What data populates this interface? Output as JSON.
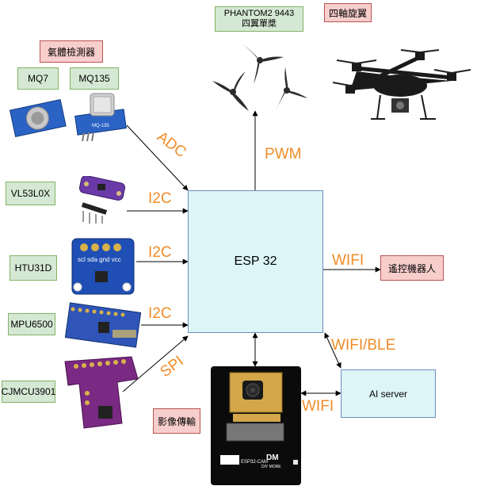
{
  "sensors": {
    "gas_detector": "氣體檢測器",
    "mq7": "MQ7",
    "mq135": "MQ135",
    "vl53l0x": "VL53L0X",
    "htu31d": "HTU31D",
    "mpu6500": "MPU6500",
    "cjmcu3901": "CJMCU3901"
  },
  "top": {
    "propeller": "PHANTOM2 9443\n四翼單槳",
    "quadcopter": "四軸旋翼"
  },
  "core": {
    "esp32": "ESP 32",
    "ai_server": "AI server",
    "remote_robot": "遙控機器人",
    "image_transfer": "影像傳輸"
  },
  "protocols": {
    "adc": "ADC",
    "i2c_1": "I2C",
    "i2c_2": "I2C",
    "i2c_3": "I2C",
    "spi": "SPI",
    "pwm": "PWM",
    "wifi_robot": "WIFI",
    "wifi_ble": "WIFI/BLE",
    "wifi_cam": "WIFI"
  },
  "board_text": {
    "htu_pins": "scl sda gnd vcc",
    "cam_model": "ESP32-CAM",
    "cam_brand": "DIY MORE",
    "cam_logo": "DM",
    "mq_model": "MQ-135"
  },
  "colors": {
    "sensor_fill": "#d5e8d4",
    "sensor_border": "#82b366",
    "note_fill": "#f8cecc",
    "note_border": "#b85450",
    "core_fill": "#ddf5f7",
    "core_border": "#6c8ebf",
    "protocol_text": "#f08c28"
  }
}
